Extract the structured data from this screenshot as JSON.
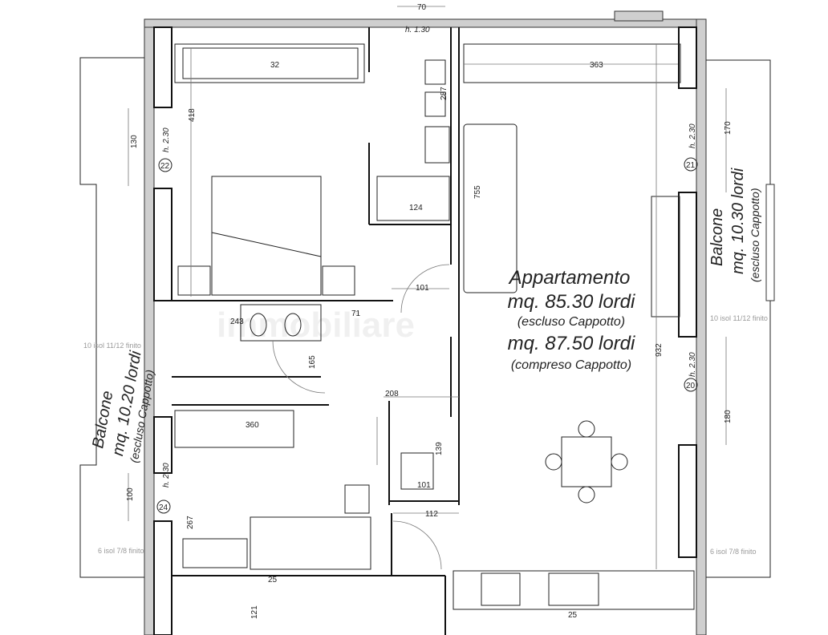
{
  "apartment": {
    "title": "Appartamento",
    "area_gross": "mq. 85.30 lordi",
    "area_note1": "(escluso Cappotto)",
    "area_gross2": "mq. 87.50 lordi",
    "area_note2": "(compreso Cappotto)"
  },
  "balcony_right": {
    "title": "Balcone",
    "area": "mq. 10.30 lordi",
    "note": "(escluso Cappotto)"
  },
  "balcony_left": {
    "title": "Balcone",
    "area": "mq. 10.20 lordi",
    "note": "(escluso Cappotto)"
  },
  "wall_notes": {
    "upper": "10 isol 11/12 finito",
    "lower": "6 isol 7/8 finito"
  },
  "window_ids": [
    "22",
    "21",
    "20",
    "24"
  ],
  "heights": {
    "h230": "h. 2.30",
    "h130": "h. 1.30"
  },
  "dimensions": {
    "d70": "70",
    "d363": "363",
    "d32": "32",
    "d418": "418",
    "d130": "130",
    "d287": "287",
    "d755": "755",
    "d124": "124",
    "d170": "170",
    "d101a": "101",
    "d71": "71",
    "d243": "243",
    "d932": "932",
    "d165": "165",
    "d208": "208",
    "d180": "180",
    "d139": "139",
    "d101b": "101",
    "d112": "112",
    "d100": "100",
    "d267": "267",
    "d25a": "25",
    "d121": "121",
    "d25b": "25",
    "d360": "360"
  },
  "watermark": "immobiliare"
}
